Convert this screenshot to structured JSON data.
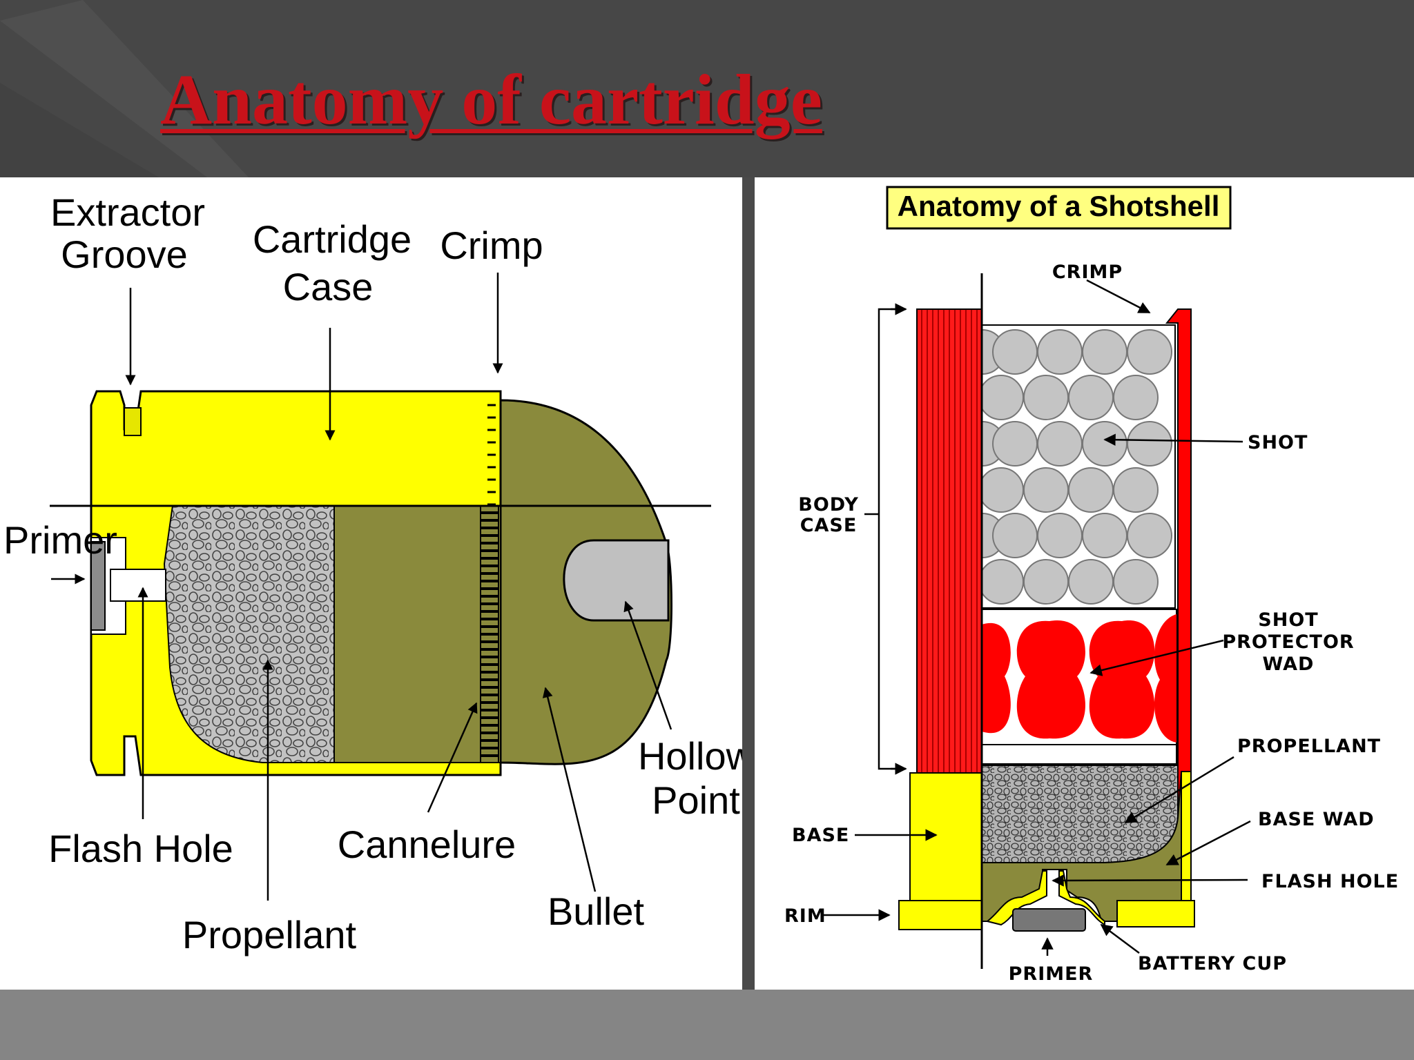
{
  "slide": {
    "title": "Anatomy of cartridge",
    "colors": {
      "title": "#c8121a",
      "brass": "#ffff00",
      "bullet": "#8a8a3c",
      "shell_red": "#ff0000"
    }
  },
  "cartridge_diagram": {
    "labels": {
      "extractor_groove_line1": "Extractor",
      "extractor_groove_line2": "Groove",
      "cartridge_case_line1": "Cartridge",
      "cartridge_case_line2": "Case",
      "crimp": "Crimp",
      "primer": "Primer",
      "hollow_point_line1": "Hollow",
      "hollow_point_line2": "Point",
      "flash_hole": "Flash Hole",
      "cannelure": "Cannelure",
      "bullet": "Bullet",
      "propellant": "Propellant"
    }
  },
  "shotshell_diagram": {
    "title": "Anatomy of a Shotshell",
    "labels": {
      "crimp": "CRIMP",
      "shot": "SHOT",
      "body_case_line1": "BODY",
      "body_case_line2": "CASE",
      "shot_protector_wad_line1": "SHOT",
      "shot_protector_wad_line2": "PROTECTOR",
      "shot_protector_wad_line3": "WAD",
      "propellant": "PROPELLANT",
      "base": "BASE",
      "base_wad": "BASE WAD",
      "flash_hole": "FLASH HOLE",
      "rim": "RIM",
      "battery_cup": "BATTERY CUP",
      "primer": "PRIMER"
    }
  }
}
